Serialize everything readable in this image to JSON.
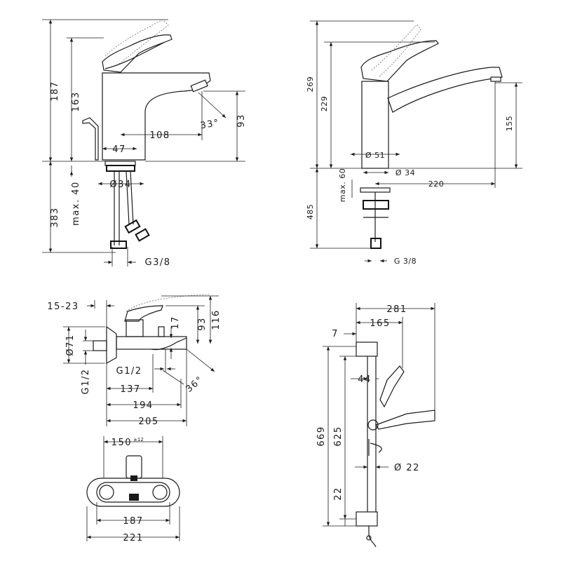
{
  "basin_mixer": {
    "h_total": "187",
    "h_outlet": "163",
    "h_spout": "93",
    "reach": "108",
    "body_width": "47",
    "spout_angle": "33°",
    "shank_diameter": "Ø34",
    "below_length": "383",
    "max_thickness": "max. 40",
    "connection": "G3/8"
  },
  "kitchen_mixer": {
    "h_total": "269",
    "h_outlet": "229",
    "h_spout": "155",
    "body_diameter": "Ø 51",
    "shank_diameter": "Ø 34",
    "reach": "220",
    "max_thickness": "max. 60",
    "below_length": "485",
    "connection": "G 3/8"
  },
  "bath_mixer": {
    "wall_offset": "15-23",
    "h_total": "116",
    "h_spout": "93",
    "spout_drop": "17",
    "flange_diameter": "Ø71",
    "inlet_thread": "G1/2",
    "outlet_thread": "G1/2",
    "spout_angle": "36°",
    "d137": "137",
    "d194": "194",
    "d205": "205",
    "centres": "150",
    "centres_tolerance": "±12",
    "cover_width": "187",
    "overall_width": "221"
  },
  "shower_set": {
    "overall_width": "281",
    "head_reach": "165",
    "wall_offset": "7",
    "bracket_offset": "44",
    "rail_height": "669",
    "rail_length": "625",
    "bottom_offset": "22",
    "rail_diameter": "Ø 22"
  }
}
